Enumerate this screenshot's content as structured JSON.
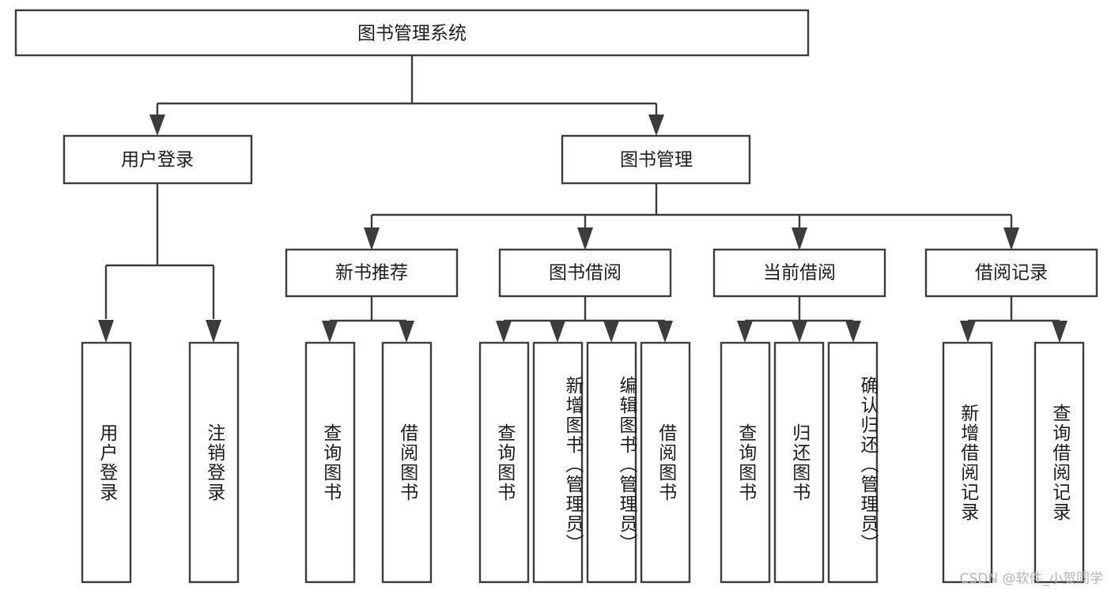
{
  "diagram": {
    "title": "图书管理系统",
    "type": "tree",
    "watermark": "CSDN @软件_小贺同学",
    "root": {
      "label": "图书管理系统"
    },
    "level2": [
      {
        "label": "用户登录"
      },
      {
        "label": "图书管理"
      }
    ],
    "level3": [
      {
        "label": "新书推荐"
      },
      {
        "label": "图书借阅"
      },
      {
        "label": "当前借阅"
      },
      {
        "label": "借阅记录"
      }
    ],
    "leaves": {
      "user_login": [
        {
          "label": "用户登录"
        },
        {
          "label": "注销登录"
        }
      ],
      "new_book": [
        {
          "label": "查询图书"
        },
        {
          "label": "借阅图书"
        }
      ],
      "book_borrow": [
        {
          "label": "查询图书"
        },
        {
          "label": "新增图书（管理员）"
        },
        {
          "label": "编辑图书（管理员）"
        },
        {
          "label": "借阅图书"
        }
      ],
      "current_borrow": [
        {
          "label": "查询图书"
        },
        {
          "label": "归还图书"
        },
        {
          "label": "确认归还（管理员）"
        }
      ],
      "borrow_record": [
        {
          "label": "新增借阅记录"
        },
        {
          "label": "查询借阅记录"
        }
      ]
    },
    "colors": {
      "stroke": "#3c3c3c",
      "fill": "#ffffff",
      "text": "#1c1c1c",
      "watermark": "#b4b4b4"
    }
  }
}
